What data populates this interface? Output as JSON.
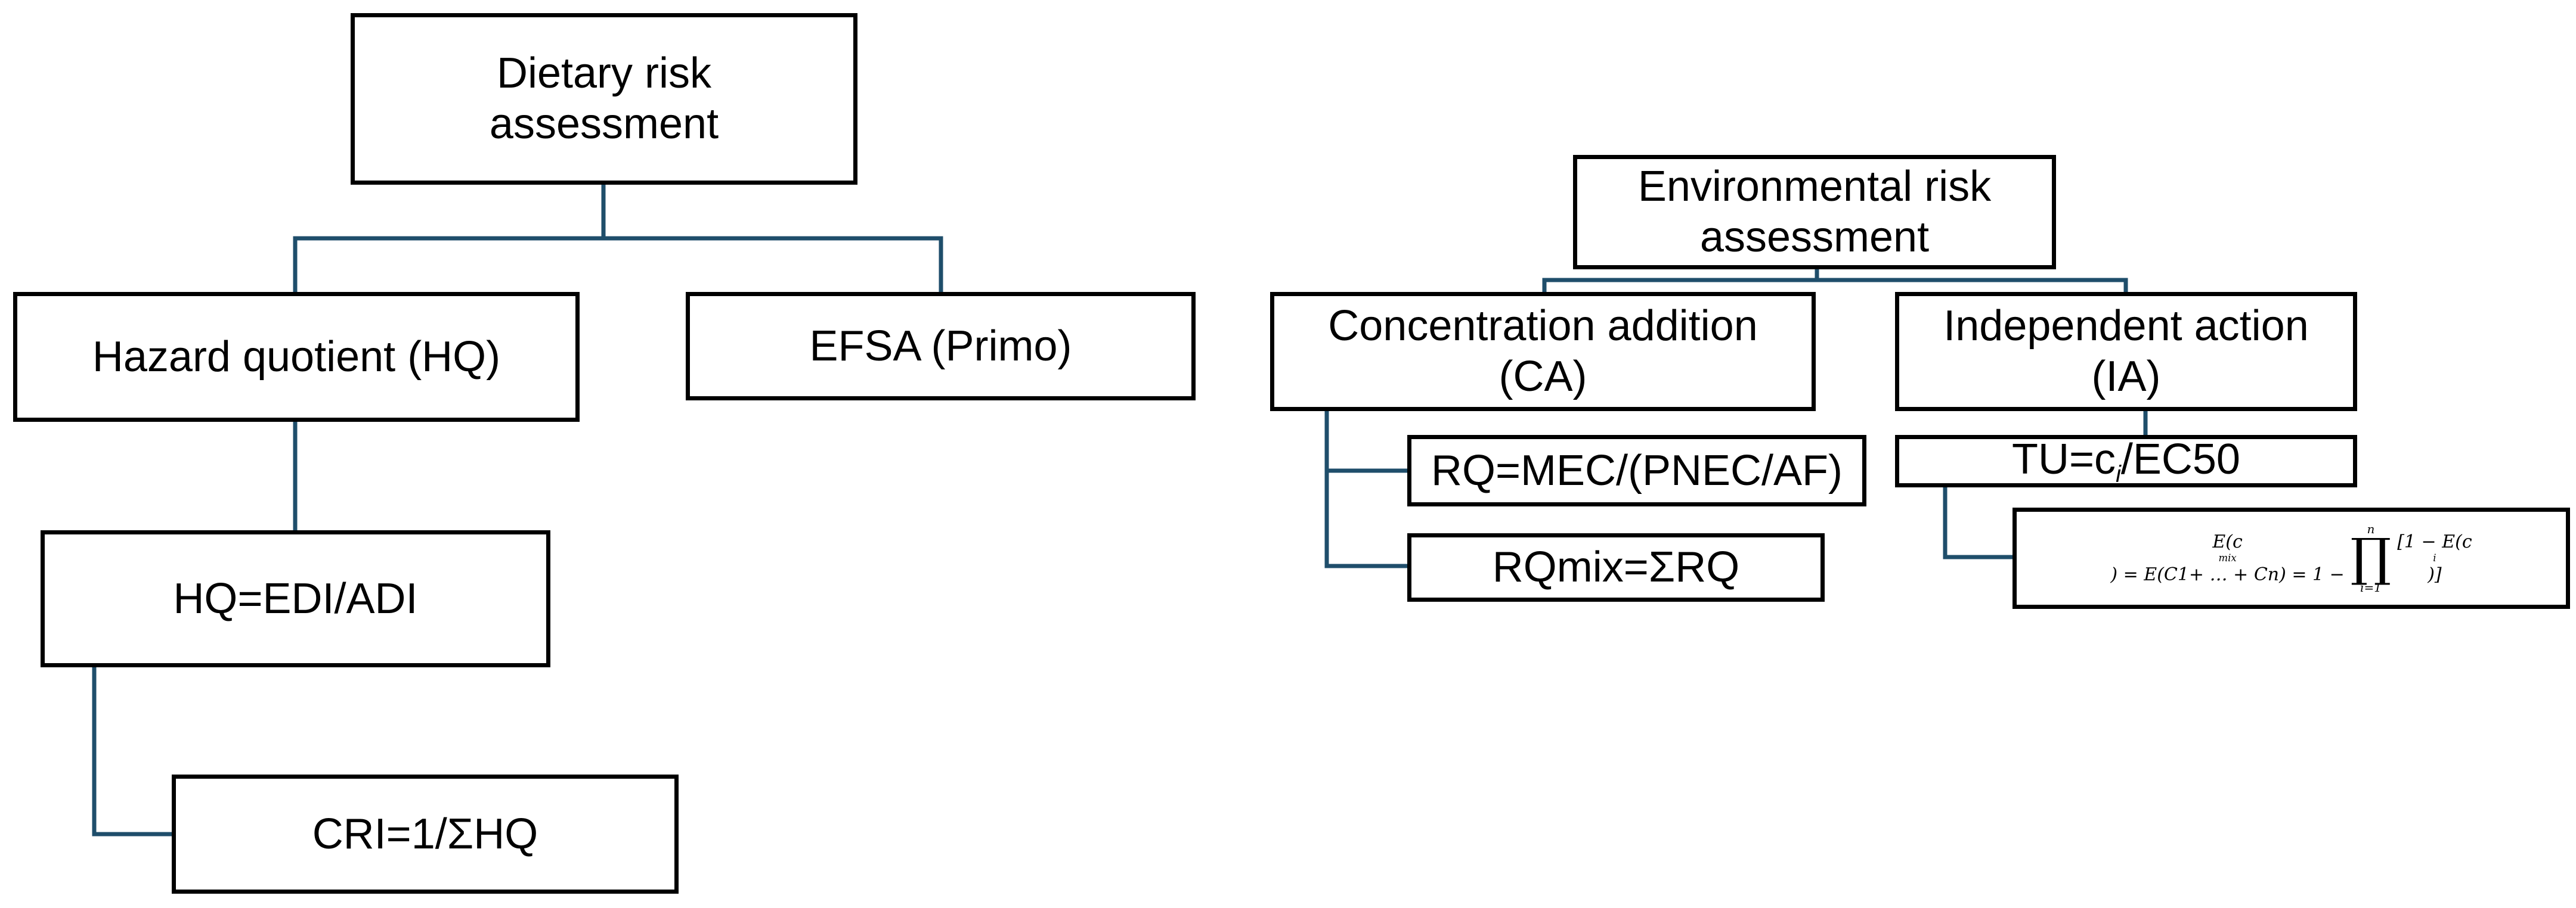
{
  "diagram": {
    "line_color": "#1f4e6b",
    "box_border_color": "#000000",
    "dietary": {
      "root": "Dietary risk assessment",
      "hq": "Hazard quotient (HQ)",
      "efsa": "EFSA (Primo)",
      "hq_formula": "HQ=EDI/ADI",
      "cri_formula": "CRI=1/ΣHQ"
    },
    "environmental": {
      "root": "Environmental risk assessment",
      "ca": "Concentration addition (CA)",
      "ia": "Independent action (IA)",
      "rq_formula": "RQ=MEC/(PNEC/AF)",
      "rqmix_formula": "RQmix=ΣRQ",
      "tu_prefix": "TU=c",
      "tu_sub": "i",
      "tu_suffix": "/EC50",
      "ia_formula": {
        "lhs_prefix": "E(c",
        "lhs_sub": "mix",
        "lhs_suffix": ") = E(C1+  … + Cn) = 1 −",
        "product_upper": "n",
        "product_symbol": "∏",
        "product_lower": "i=1",
        "rhs_prefix": "[1 − E(c",
        "rhs_sub": "i",
        "rhs_suffix": ")]"
      }
    }
  }
}
